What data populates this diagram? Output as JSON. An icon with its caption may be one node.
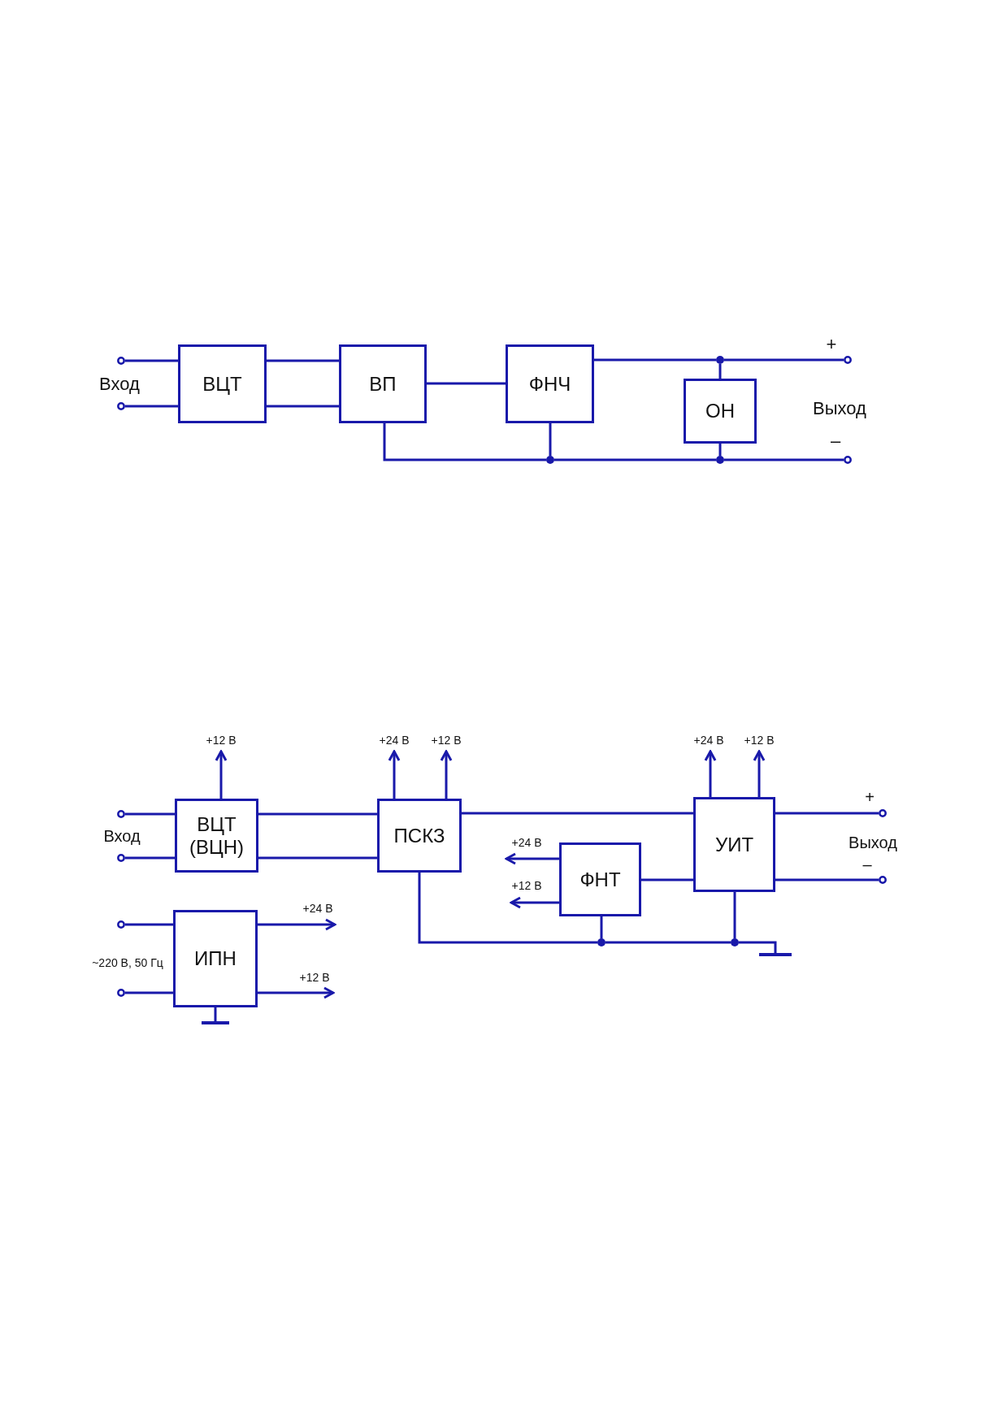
{
  "diagram": {
    "nodes": [
      {
        "text": [],
        "shape": "circle"
      },
      {
        "text": [],
        "shape": "circle"
      },
      {
        "text": [
          "ВЦТ"
        ]
      },
      {
        "text": [
          "ВП"
        ]
      },
      {
        "text": [
          "ФНЧ"
        ]
      },
      {
        "text": [],
        "shape": "dot"
      },
      {
        "text": [
          "ОН"
        ]
      },
      {
        "text": [],
        "shape": "circle",
        "beside": [
          "+"
        ]
      },
      {
        "text": [],
        "shape": "dot"
      },
      {
        "text": [],
        "shape": "dot"
      },
      {
        "text": [],
        "shape": "circle",
        "beside": [
          "–"
        ]
      },
      {
        "text": [],
        "shape": "circle"
      },
      {
        "text": [],
        "shape": "circle"
      },
      {
        "text": [
          "ВЦТ (ВЦН)"
        ]
      },
      {
        "text": [
          "ПСКЗ"
        ]
      },
      {
        "text": [
          "ФНТ"
        ]
      },
      {
        "text": [
          "УИТ"
        ]
      },
      {
        "text": [],
        "shape": "circle",
        "beside": [
          "+"
        ]
      },
      {
        "text": [],
        "shape": "circle",
        "beside": [
          "–"
        ]
      },
      {
        "text": [],
        "shape": "circle"
      },
      {
        "text": [],
        "shape": "circle"
      },
      {
        "text": [
          "ИПН"
        ]
      },
      {
        "text": [],
        "shape": "dot"
      },
      {
        "text": [],
        "shape": "dot"
      },
      {
        "text": [],
        "shape": "ground"
      },
      {
        "text": [],
        "shape": "ground"
      }
    ],
    "edges": [
      {
        "from": 0,
        "to": 2,
        "arrow": "none"
      },
      {
        "from": 1,
        "to": 2,
        "arrow": "none"
      },
      {
        "from": 2,
        "to": 3,
        "arrow": "none"
      },
      {
        "from": 2,
        "to": 3,
        "arrow": "none"
      },
      {
        "from": 3,
        "to": 4,
        "arrow": "none"
      },
      {
        "from": 4,
        "to": 5,
        "arrow": "none"
      },
      {
        "from": 5,
        "to": 7,
        "arrow": "none"
      },
      {
        "from": 5,
        "to": 6,
        "arrow": "none"
      },
      {
        "from": 3,
        "to": 8,
        "arrow": "none"
      },
      {
        "from": 4,
        "to": 8,
        "arrow": "none"
      },
      {
        "from": 8,
        "to": 9,
        "arrow": "none"
      },
      {
        "from": 6,
        "to": 9,
        "arrow": "none"
      },
      {
        "from": 9,
        "to": 10,
        "arrow": "none"
      },
      {
        "from": 13,
        "to": null,
        "arrow": "to",
        "label": "+12 В"
      },
      {
        "from": 14,
        "to": null,
        "arrow": "to",
        "label": "+24 В"
      },
      {
        "from": 14,
        "to": null,
        "arrow": "to",
        "label": "+12 В"
      },
      {
        "from": 16,
        "to": null,
        "arrow": "to",
        "label": "+24 В"
      },
      {
        "from": 16,
        "to": null,
        "arrow": "to",
        "label": "+12 В"
      },
      {
        "from": 11,
        "to": 13,
        "arrow": "none"
      },
      {
        "from": 12,
        "to": 13,
        "arrow": "none"
      },
      {
        "from": 13,
        "to": 14,
        "arrow": "none"
      },
      {
        "from": 13,
        "to": 14,
        "arrow": "none"
      },
      {
        "from": 14,
        "to": 16,
        "arrow": "none"
      },
      {
        "from": 16,
        "to": 17,
        "arrow": "none"
      },
      {
        "from": 15,
        "to": null,
        "arrow": "to",
        "label": "+24 В"
      },
      {
        "from": 15,
        "to": null,
        "arrow": "to",
        "label": "+12 В"
      },
      {
        "from": 15,
        "to": 16,
        "arrow": "none"
      },
      {
        "from": 16,
        "to": 18,
        "arrow": "none"
      },
      {
        "from": 19,
        "to": 21,
        "arrow": "none"
      },
      {
        "from": 20,
        "to": 21,
        "arrow": "none"
      },
      {
        "from": 21,
        "to": null,
        "arrow": "to",
        "label": "+24 В"
      },
      {
        "from": 21,
        "to": null,
        "arrow": "to",
        "label": "+12 В"
      },
      {
        "from": 14,
        "to": 22,
        "arrow": "none"
      },
      {
        "from": 15,
        "to": 22,
        "arrow": "none"
      },
      {
        "from": 22,
        "to": 23,
        "arrow": "none"
      },
      {
        "from": 16,
        "to": 23,
        "arrow": "none"
      },
      {
        "from": 23,
        "to": 24,
        "arrow": "none"
      },
      {
        "from": 21,
        "to": 25,
        "arrow": "none"
      }
    ],
    "labels": [
      "Вход",
      "Выход",
      "Вход",
      "Выход",
      "~220 В, 50 Гц"
    ]
  }
}
